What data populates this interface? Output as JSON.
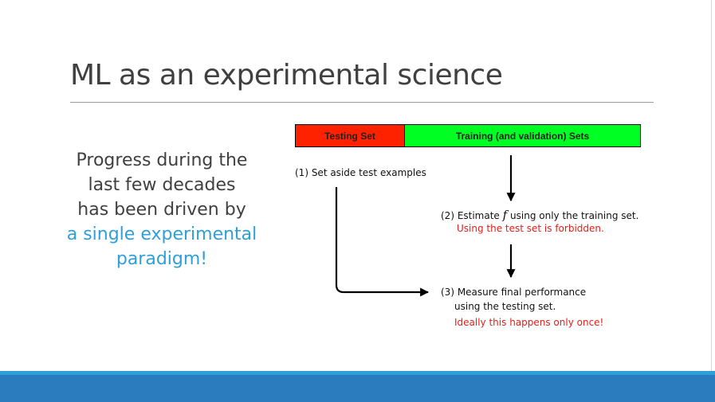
{
  "slide": {
    "title": "ML as an experimental science",
    "left_text": {
      "line1": "Progress during the",
      "line2": "last few decades",
      "line3": "has been driven by",
      "line4": "a single experimental",
      "line5": "paradigm!"
    }
  },
  "diagram": {
    "testing_bar_label": "Testing Set",
    "training_bar_label": "Training (and validation) Sets",
    "step1": "(1) Set aside test examples",
    "step2_before": "(2) Estimate ",
    "step2_symbol": "f",
    "step2_after": " using only the training set.",
    "step2_warning": "Using the test set is forbidden.",
    "step3_line1": "(3) Measure final performance",
    "step3_line2": "using the testing set.",
    "step3_note": "Ideally this happens only once!",
    "colors": {
      "testing_bar": "#ff2200",
      "training_bar": "#00ff22",
      "warning_text": "#e0201a",
      "accent_text": "#2e9fd8",
      "footer_band": "#2b7bbf"
    }
  }
}
